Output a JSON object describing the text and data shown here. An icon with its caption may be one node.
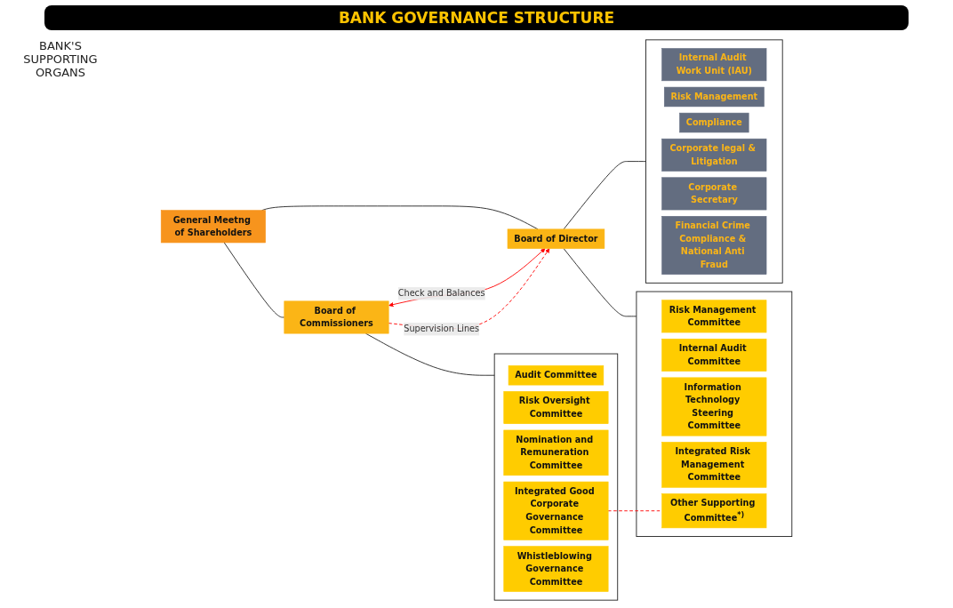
{
  "diagram": {
    "title": "BANK GOVERNANCE STRUCTURE",
    "nodes": [
      {
        "text": [
          "General Meetng of Shareholders"
        ]
      },
      {
        "text": [
          "Board of Commissioners"
        ]
      },
      {
        "text": [
          "Board of Director"
        ]
      },
      {
        "text": [],
        "shape": "box"
      },
      {
        "text": [
          "Audit Committee"
        ],
        "in": 3
      },
      {
        "text": [
          "Risk Oversight Committee"
        ],
        "in": 3
      },
      {
        "text": [
          "Nomination and Remuneration Committee"
        ],
        "in": 3
      },
      {
        "text": [
          "Integrated Good Corporate Governance Committee"
        ],
        "in": 3
      },
      {
        "text": [
          "Whistleblowing Governance Committee"
        ],
        "in": 3
      },
      {
        "text": [],
        "shape": "box"
      },
      {
        "text": [
          "Risk Management Committee"
        ],
        "in": 9
      },
      {
        "text": [
          "Internal Audit Committee"
        ],
        "in": 9
      },
      {
        "text": [
          "Information Technology Steering Committee"
        ],
        "in": 9
      },
      {
        "text": [
          "Integrated Risk Management Committee"
        ],
        "in": 9
      },
      {
        "text": [
          "Other Supporting Committee$^{*)}$"
        ],
        "in": 9
      },
      {
        "text": [],
        "shape": "box"
      },
      {
        "text": [
          "Internal Audit Work Unit (IAU)"
        ],
        "in": 15
      },
      {
        "text": [
          "Risk Management"
        ],
        "in": 15
      },
      {
        "text": [
          "Compliance"
        ],
        "in": 15
      },
      {
        "text": [
          "Corporate legal & Litigation"
        ],
        "in": 15
      },
      {
        "text": [
          "Corporate Secretary"
        ],
        "in": 15
      },
      {
        "text": [
          "Financial Crime Compliance & National Anti Fraud"
        ],
        "in": 15
      }
    ],
    "edges": [
      {
        "from": 0,
        "to": 1,
        "arrow": "none"
      },
      {
        "from": 0,
        "to": 2,
        "arrow": "none"
      },
      {
        "from": 1,
        "to": 2,
        "arrow": "both",
        "label": "Check and Balances",
        "color": "#ff0000"
      },
      {
        "from": 1,
        "to": 2,
        "arrow": "to",
        "label": "Supervision Lines",
        "style": "dashed",
        "color": "#ff0000"
      },
      {
        "from": 1,
        "to": 3,
        "arrow": "none"
      },
      {
        "from": 2,
        "to": 9,
        "arrow": "none"
      },
      {
        "from": 2,
        "to": 15,
        "arrow": "none"
      },
      {
        "from": 7,
        "to": 14,
        "arrow": "none",
        "style": "dashed",
        "color": "#ff0000"
      }
    ],
    "labels": [
      "BANK'S SUPPORTING ORGANS"
    ]
  }
}
